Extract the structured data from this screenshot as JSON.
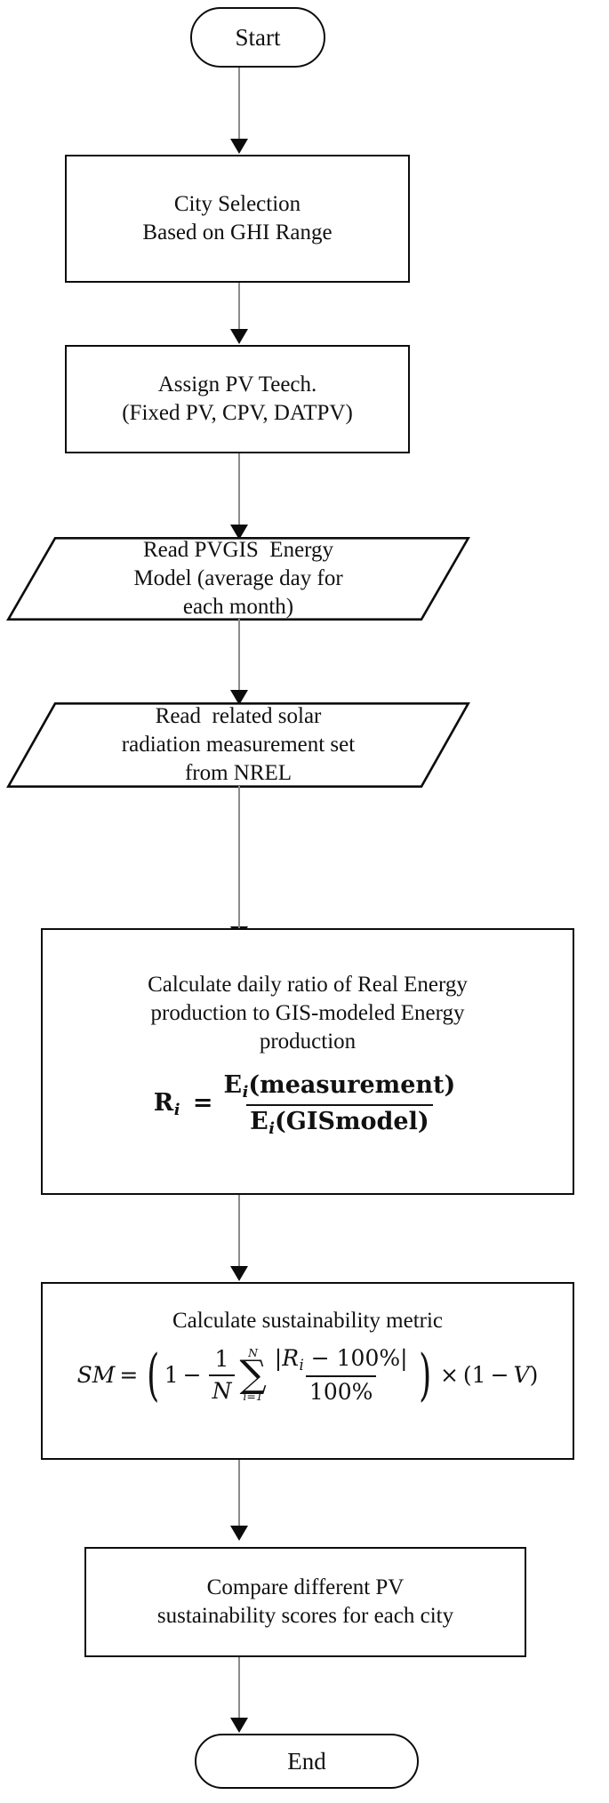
{
  "diagram": {
    "title": "PV sustainability assessment flowchart",
    "orientation": "top-to-bottom",
    "line_color": "#8c8c8c",
    "stroke_color": "#0c0c0c",
    "background": "#ffffff"
  },
  "nodes": {
    "start": {
      "shape": "terminal",
      "label": "Start"
    },
    "city_selection": {
      "shape": "process",
      "line1": "City Selection",
      "line2": "Based on GHI Range"
    },
    "assign_pv": {
      "shape": "process",
      "line1": "Assign PV Teech.",
      "line2": "(Fixed PV, CPV, DATPV)"
    },
    "read_pvgis": {
      "shape": "input-output",
      "line1": "Read PVGIS  Energy",
      "line2": "Model (average day for",
      "line3": "each month)"
    },
    "read_nrel": {
      "shape": "input-output",
      "line1": "Read  related solar",
      "line2": "radiation measurement set",
      "line3": "from NREL"
    },
    "calc_ratio": {
      "shape": "process",
      "line1": "Calculate daily ratio of Real Energy",
      "line2": "production to GIS-modeled Energy",
      "line3": "production",
      "formula": {
        "lhs": "R",
        "lhs_sub": "i",
        "equals": "=",
        "numerator_fn": "E",
        "numerator_sub": "i",
        "numerator_arg": "(measurement)",
        "denominator_fn": "E",
        "denominator_sub": "i",
        "denominator_arg": "(GISmodel)",
        "plain": "R_i = E_i(measurement) / E_i(GISmodel)"
      }
    },
    "calc_sm": {
      "shape": "process",
      "line1": "Calculate sustainability metric",
      "formula": {
        "lhs": "SM",
        "equals": "=",
        "open_paren": "(",
        "one": "1",
        "minus": "−",
        "frac_num": "1",
        "frac_den": "N",
        "sum_glyph": "∑",
        "sum_upper": "N",
        "sum_lower": "i=1",
        "inner_num": "|R",
        "inner_num_sub": "i",
        "inner_num_tail": " − 100%|",
        "inner_den": "100%",
        "close_paren": ")",
        "times": "×",
        "tail_open": "(",
        "tail_one": "1",
        "tail_minus": "−",
        "tail_var": "V",
        "tail_close": ")",
        "plain": "SM = (1 - (1/N) * SUM[i=1..N] |R_i - 100%| / 100%) x (1 - V)"
      }
    },
    "compare": {
      "shape": "process",
      "line1": "Compare different PV",
      "line2": "sustainability scores for each city"
    },
    "end": {
      "shape": "terminal",
      "label": "End"
    }
  },
  "edges": [
    {
      "from": "start",
      "to": "city_selection"
    },
    {
      "from": "city_selection",
      "to": "assign_pv"
    },
    {
      "from": "assign_pv",
      "to": "read_pvgis"
    },
    {
      "from": "read_pvgis",
      "to": "read_nrel"
    },
    {
      "from": "read_nrel",
      "to": "calc_ratio"
    },
    {
      "from": "calc_ratio",
      "to": "calc_sm"
    },
    {
      "from": "calc_sm",
      "to": "compare"
    },
    {
      "from": "compare",
      "to": "end"
    }
  ]
}
